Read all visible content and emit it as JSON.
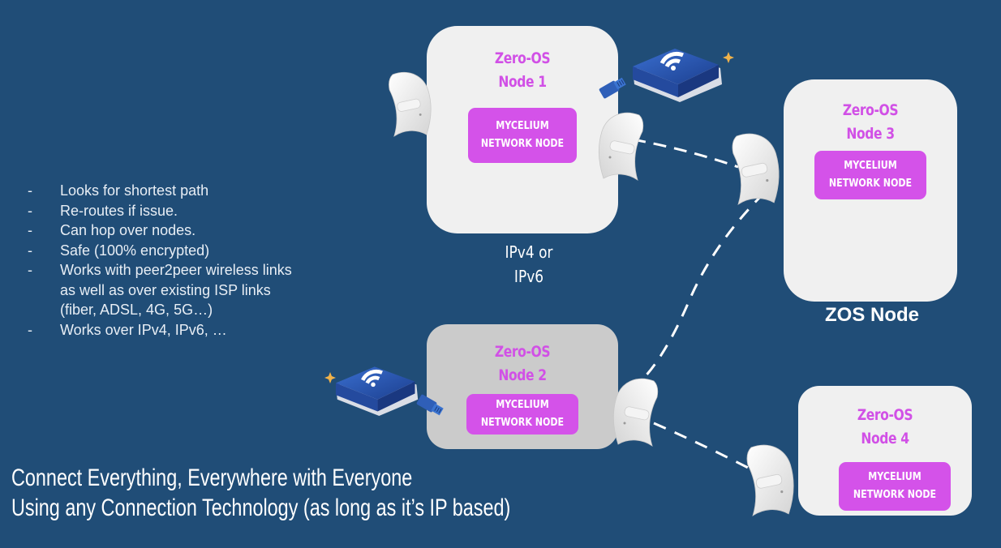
{
  "colors": {
    "background": "#204d77",
    "node_box": "#f0f0f0",
    "node_box_highlight": "#cbcbcb",
    "accent_purple": "#d452e9",
    "title_purple": "#d150e6",
    "link_white": "#ffffff"
  },
  "features": {
    "bullet": "-",
    "items": [
      [
        "Looks for shortest path"
      ],
      [
        "Re-routes if issue."
      ],
      [
        "Can hop over nodes."
      ],
      [
        "Safe (100% encrypted)"
      ],
      [
        "Works with peer2peer wireless links",
        "as well as over existing ISP links",
        "(fiber, ADSL, 4G, 5G…)"
      ],
      [
        "Works over IPv4, IPv6, …"
      ]
    ]
  },
  "nodes": [
    {
      "title_line1": "Zero-OS",
      "title_line2": "Node 1",
      "service_line1": "MYCELIUM",
      "service_line2": "NETWORK NODE"
    },
    {
      "title_line1": "Zero-OS",
      "title_line2": "Node 2",
      "service_line1": "MYCELIUM",
      "service_line2": "NETWORK NODE"
    },
    {
      "title_line1": "Zero-OS",
      "title_line2": "Node 3",
      "service_line1": "MYCELIUM",
      "service_line2": "NETWORK NODE"
    },
    {
      "title_line1": "Zero-OS",
      "title_line2": "Node 4",
      "service_line1": "MYCELIUM",
      "service_line2": "NETWORK NODE"
    }
  ],
  "labels": {
    "ip_line1": "IPv4 or",
    "ip_line2": "IPv6",
    "zos_node": "ZOS Node"
  },
  "headline": {
    "line1": "Connect Everything, Everywhere with Everyone",
    "line2": "Using any Connection Technology (as long as it’s IP based)"
  },
  "icons": [
    "wireless-antenna-icon",
    "wifi-router-icon",
    "ethernet-cable-icon",
    "sparkle-icon"
  ]
}
